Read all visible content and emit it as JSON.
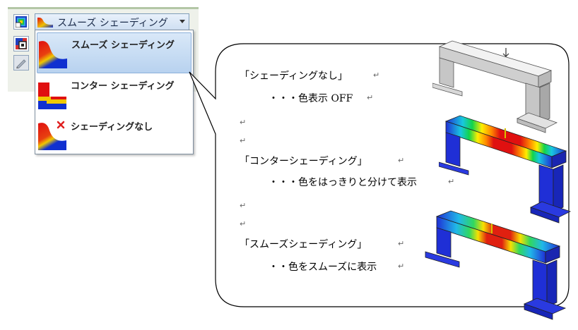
{
  "toolbar": {
    "dropdown_selected_label": "スムーズ シェーディング",
    "side_buttons": [
      {
        "icon": "contour-view-icon"
      },
      {
        "icon": "layer-view-icon"
      },
      {
        "icon": "probe-pen-icon"
      }
    ]
  },
  "dropdown_menu": {
    "items": [
      {
        "label": "スムーズ シェーディング",
        "icon": "smooth-shading-icon",
        "selected": true
      },
      {
        "label": "コンター シェーディング",
        "icon": "contour-shading-icon",
        "selected": false
      },
      {
        "label": "シェーディングなし",
        "icon": "no-shading-icon",
        "selected": false
      }
    ]
  },
  "callout": {
    "lines": [
      "「シェーディングなし」",
      "・・・色表示 OFF",
      "「コンターシェーディング」",
      "・・・色をはっきりと分けて表示",
      "「スムーズシェーディング」",
      "・・色をスムーズに表示"
    ],
    "paragraph_mark": "↵"
  },
  "models": [
    {
      "name": "no-shading-model",
      "color": "#d8d8d8"
    },
    {
      "name": "contour-shading-model",
      "color": "#1f2fd6"
    },
    {
      "name": "smooth-shading-model",
      "color": "#1f2fd6"
    }
  ],
  "colors": {
    "accent": "#b8d2ef",
    "ribbon": "#eef1ea",
    "beam_blue": "#1f2fd6"
  }
}
